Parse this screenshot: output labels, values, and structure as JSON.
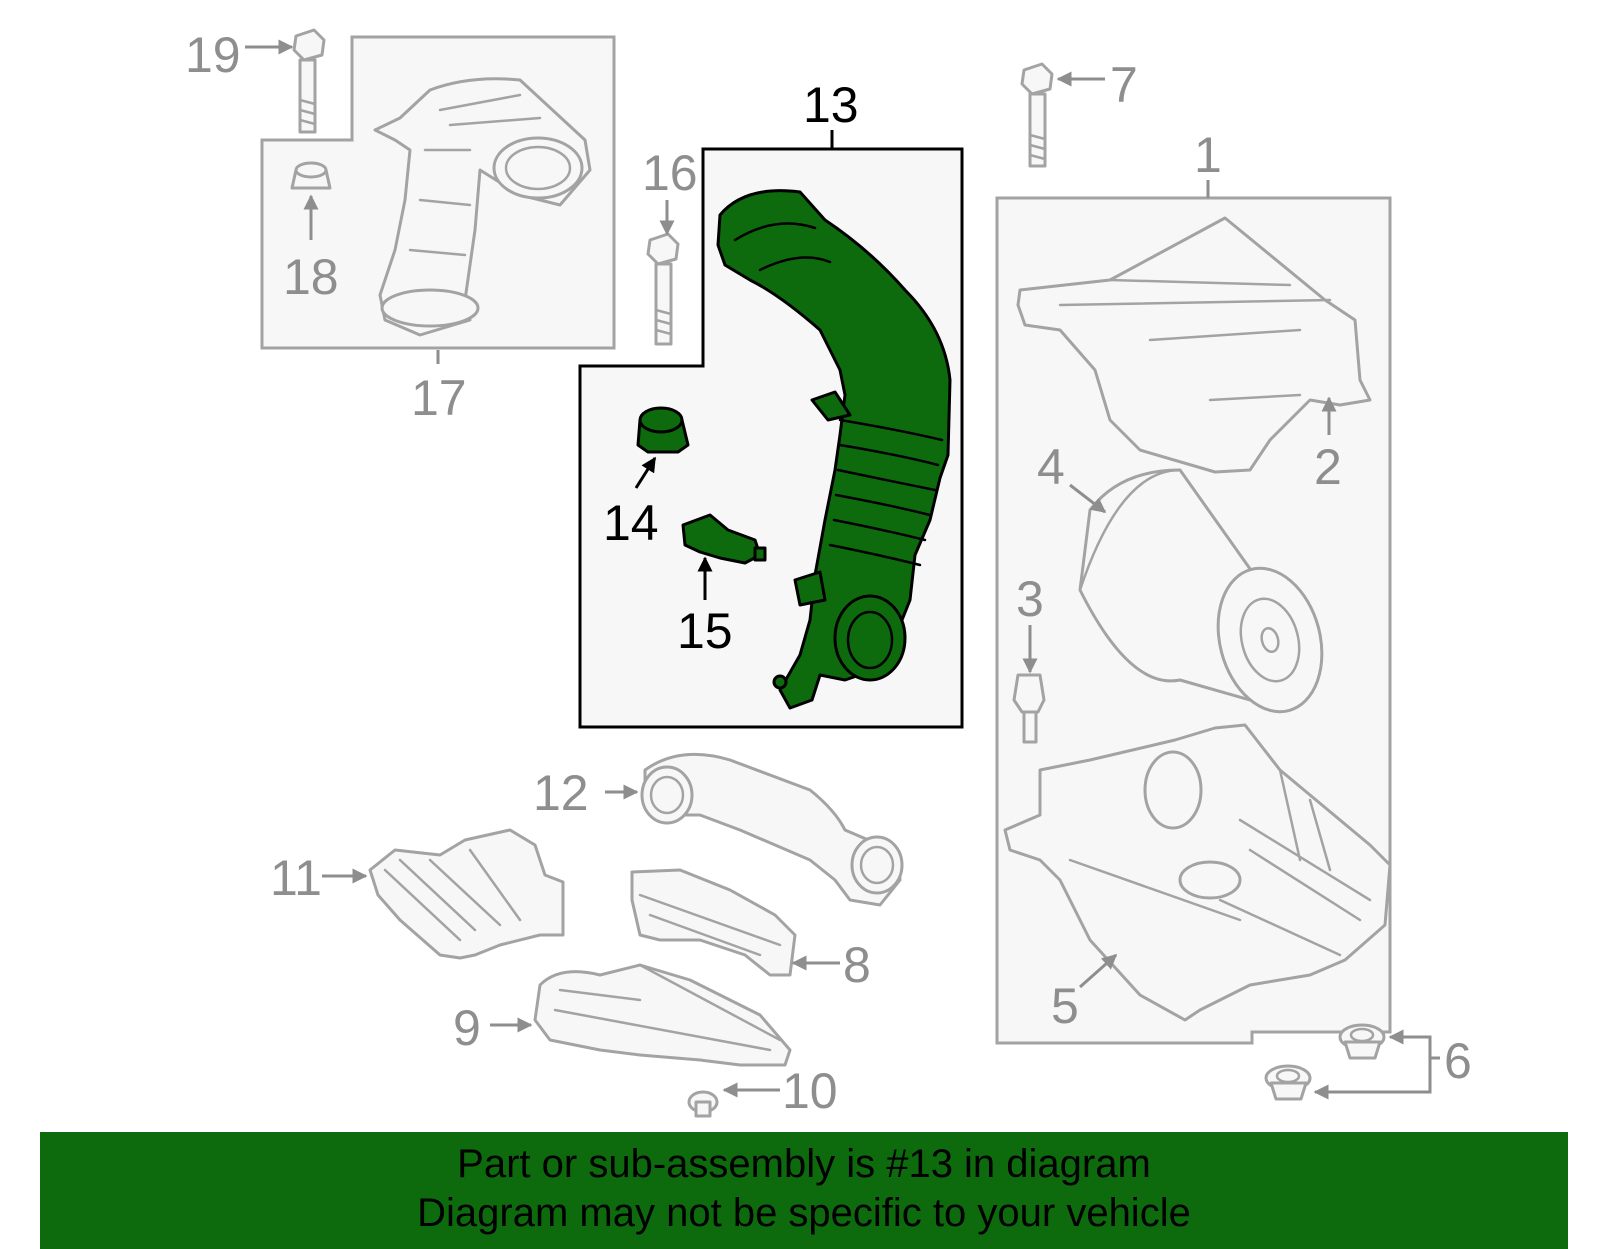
{
  "colors": {
    "highlight_part": "#0d6b0d",
    "banner_background": "#0d6b0d",
    "other_parts": "#a3a3a3",
    "callout_grey": "#8e8e8e",
    "callout_highlight": "#000000"
  },
  "highlighted_callout": "13",
  "callouts": {
    "c1": "1",
    "c2": "2",
    "c3": "3",
    "c4": "4",
    "c5": "5",
    "c6": "6",
    "c7": "7",
    "c8": "8",
    "c9": "9",
    "c10": "10",
    "c11": "11",
    "c12": "12",
    "c13": "13",
    "c14": "14",
    "c15": "15",
    "c16": "16",
    "c17": "17",
    "c18": "18",
    "c19": "19"
  },
  "banner": {
    "line1": "Part or sub-assembly is #13 in diagram",
    "line2": "Diagram may not be specific to your vehicle"
  }
}
